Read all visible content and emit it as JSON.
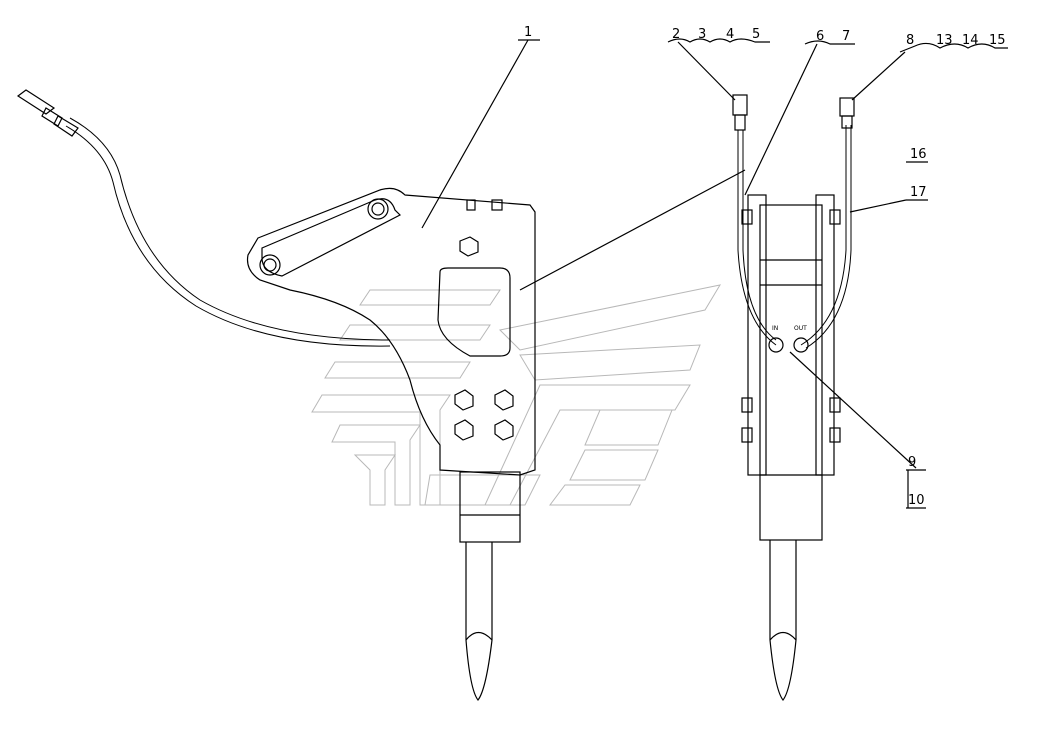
{
  "drawing": {
    "part_labels": [
      {
        "id": "label-1",
        "text": "1"
      },
      {
        "id": "label-2",
        "text": "2"
      },
      {
        "id": "label-3",
        "text": "3"
      },
      {
        "id": "label-4",
        "text": "4"
      },
      {
        "id": "label-5",
        "text": "5"
      },
      {
        "id": "label-6",
        "text": "6"
      },
      {
        "id": "label-7",
        "text": "7"
      },
      {
        "id": "label-8",
        "text": "8"
      },
      {
        "id": "label-9",
        "text": "9"
      },
      {
        "id": "label-10",
        "text": "10"
      },
      {
        "id": "label-13",
        "text": "13"
      },
      {
        "id": "label-14",
        "text": "14"
      },
      {
        "id": "label-15",
        "text": "15"
      },
      {
        "id": "label-16",
        "text": "16"
      },
      {
        "id": "label-17",
        "text": "17"
      }
    ],
    "port_in": "IN",
    "port_out": "OUT"
  }
}
